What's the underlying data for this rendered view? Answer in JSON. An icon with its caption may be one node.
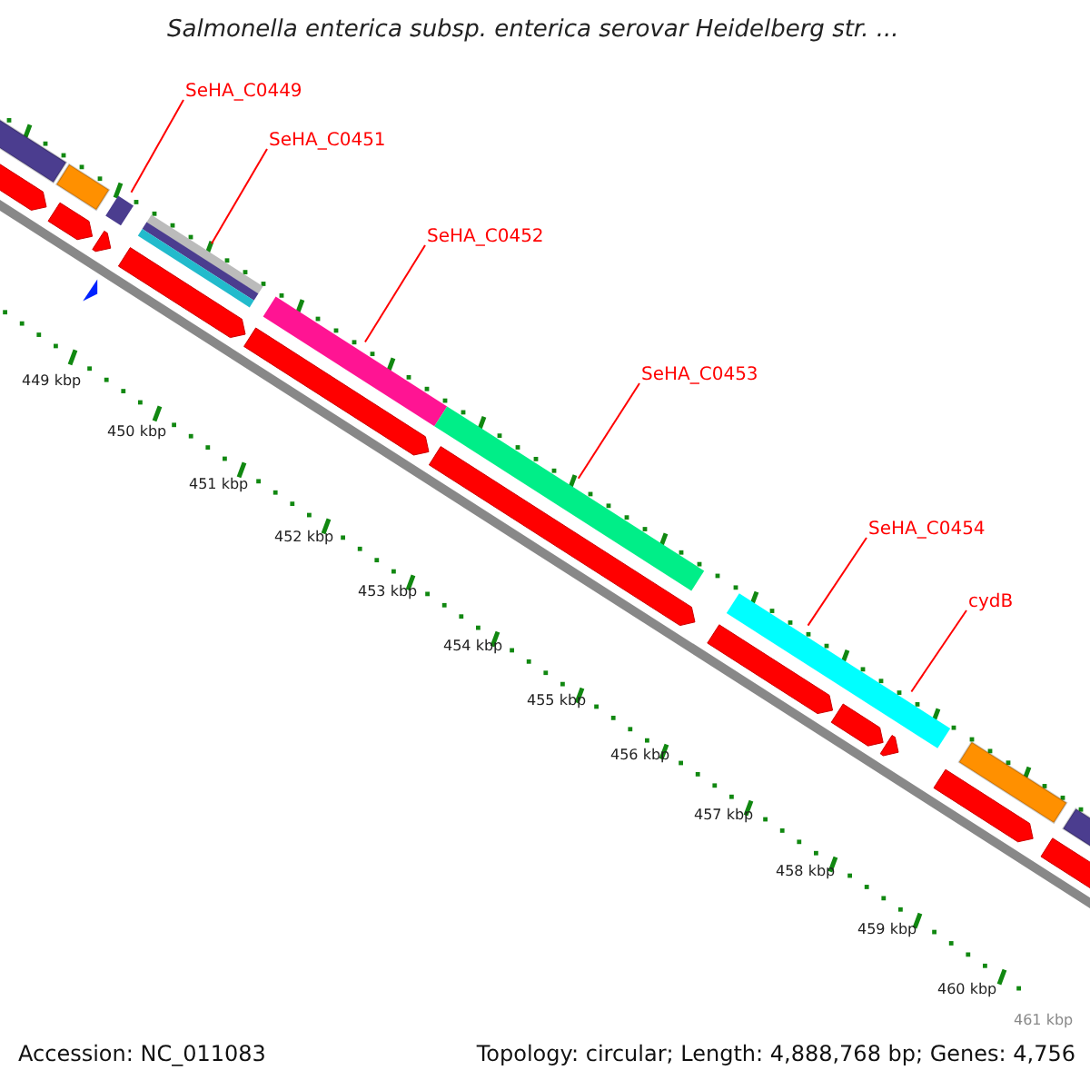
{
  "diagram": {
    "title": "Salmonella enterica subsp. enterica serovar Heidelberg str. ...",
    "nodes": [
      {
        "text": [
          "SeHA_C0449"
        ]
      },
      {
        "text": [
          "SeHA_C0451"
        ]
      },
      {
        "text": [
          "SeHA_C0452"
        ]
      },
      {
        "text": [
          "SeHA_C0453"
        ]
      },
      {
        "text": [
          "SeHA_C0454"
        ]
      },
      {
        "text": [
          "cydB"
        ]
      },
      {
        "text": [],
        "shape": "bar"
      },
      {
        "text": [],
        "shape": "bar"
      },
      {
        "text": [],
        "shape": "bar"
      },
      {
        "text": [],
        "shape": "bar"
      },
      {
        "text": [],
        "shape": "bar"
      }
    ],
    "edges": [
      {
        "from": 0,
        "to": 6,
        "arrow": "none"
      },
      {
        "from": 1,
        "to": 7,
        "arrow": "none"
      },
      {
        "from": 2,
        "to": 8,
        "arrow": "none"
      },
      {
        "from": 3,
        "to": 9,
        "arrow": "none"
      },
      {
        "from": 4,
        "to": 10,
        "arrow": "none"
      },
      {
        "from": 5,
        "to": 10,
        "arrow": "none"
      }
    ],
    "labels": [
      "449 kbp",
      "450 kbp",
      "451 kbp",
      "452 kbp",
      "453 kbp",
      "454 kbp",
      "455 kbp",
      "456 kbp",
      "457 kbp",
      "458 kbp",
      "459 kbp",
      "460 kbp",
      "461 kbp",
      "Accession: NC_011083",
      "Topology: circular; Length: 4,888,768 bp; Genes: 4,756"
    ]
  }
}
